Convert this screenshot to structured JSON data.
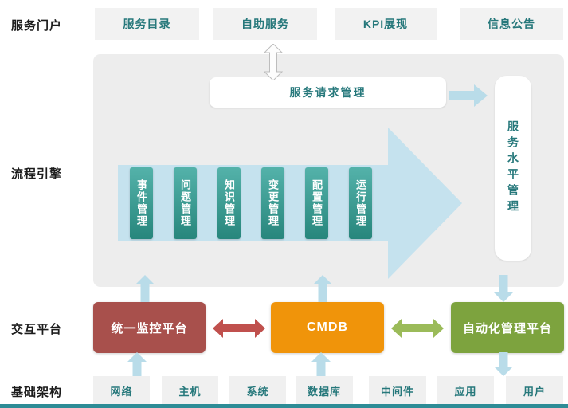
{
  "portal": {
    "row_label": "服务门户",
    "items": [
      {
        "label": "服务目录"
      },
      {
        "label": "自助服务"
      },
      {
        "label": "KPI展现"
      },
      {
        "label": "信息公告"
      }
    ]
  },
  "process_engine": {
    "row_label": "流程引擎",
    "service_request": "服务请求管理",
    "service_level": "服务水平管理",
    "stages": [
      {
        "label": "事件管理"
      },
      {
        "label": "问题管理"
      },
      {
        "label": "知识管理"
      },
      {
        "label": "变更管理"
      },
      {
        "label": "配置管理"
      },
      {
        "label": "运行管理"
      }
    ]
  },
  "platforms": {
    "row_label": "交互平台",
    "monitoring": "统一监控平台",
    "cmdb": "CMDB",
    "automation": "自动化管理平台"
  },
  "infrastructure": {
    "row_label": "基础架构",
    "items": [
      {
        "label": "网络"
      },
      {
        "label": "主机"
      },
      {
        "label": "系统"
      },
      {
        "label": "数据库"
      },
      {
        "label": "中间件"
      },
      {
        "label": "应用"
      },
      {
        "label": "用户"
      }
    ]
  },
  "icons": {
    "double_vertical_arrow": "vertical two-way arrow between self-service and process engine",
    "right_arrow": "arrow from service request management to service level management",
    "process_flow_arrow": "large right-pointing process flow arrow",
    "up_arrow": "upward data-flow arrow",
    "down_arrow": "downward data-flow arrow",
    "red_double_arrow": "two-way arrow between monitoring platform and CMDB",
    "green_double_arrow": "two-way arrow between CMDB and automation platform"
  },
  "colors": {
    "panel_gray": "#ededed",
    "light_box_gray": "#f2f2f2",
    "teal_text": "#26787b",
    "stage_gradient_top": "#54b2aa",
    "stage_gradient_bottom": "#27867c",
    "flow_arrow_blue": "#c5e2ee",
    "connector_blue": "#b9dce9",
    "monitoring_red": "#a8504c",
    "cmdb_orange": "#f0940a",
    "automation_green": "#7da33e",
    "double_arrow_red": "#c0504d",
    "double_arrow_green": "#9bbb59",
    "bottom_bar_teal": "#2d8c96"
  }
}
